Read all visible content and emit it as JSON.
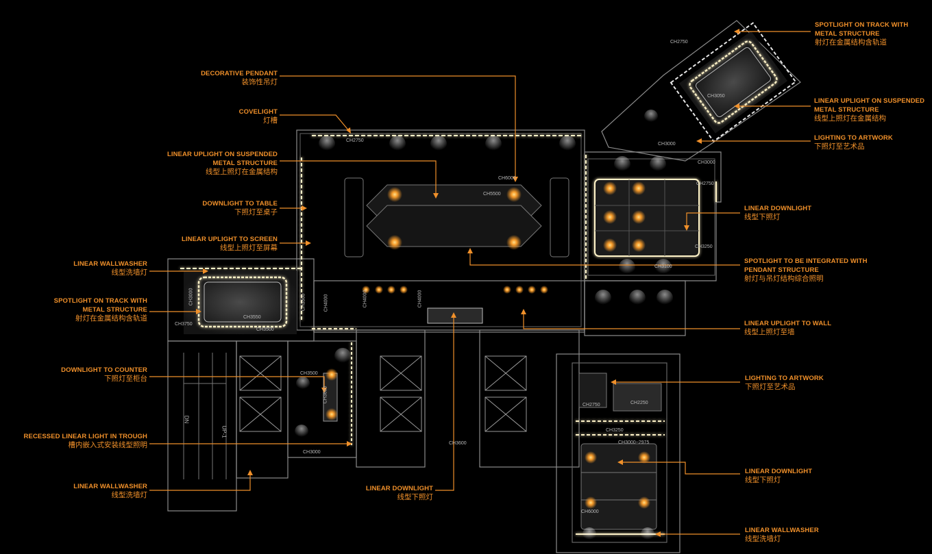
{
  "colors": {
    "background": "#000000",
    "leader": "#f0902a",
    "wall": "#8c8c8c",
    "light_glow": "#fff3c8",
    "spot": "#f59a2a"
  },
  "labels": {
    "decorative_pendant": {
      "en": "DECORATIVE PENDANT",
      "cn": "装饰性吊灯"
    },
    "covelight": {
      "en": "COVELIGHT",
      "cn": "灯槽"
    },
    "linear_uplight_suspended_left": {
      "en1": "LINEAR UPLIGHT ON SUSPENDED",
      "en2": "METAL STRUCTURE",
      "cn": "线型上照灯在金属结构"
    },
    "downlight_to_table": {
      "en": "DOWNLIGHT TO TABLE",
      "cn": "下照灯至桌子"
    },
    "linear_uplight_to_screen": {
      "en": "LINEAR UPLIGHT TO SCREEN",
      "cn": "线型上照灯至屏幕"
    },
    "linear_wallwasher_1": {
      "en": "LINEAR WALLWASHER",
      "cn": "线型洗墙灯"
    },
    "spotlight_track_left": {
      "en1": "SPOTLIGHT ON TRACK WITH",
      "en2": "METAL STRUCTURE",
      "cn": "射灯在金属结构含轨道"
    },
    "downlight_to_counter": {
      "en": "DOWNLIGHT TO COUNTER",
      "cn": "下照灯至柜台"
    },
    "recessed_linear_light": {
      "en": "RECESSED LINEAR LIGHT IN TROUGH",
      "cn": "槽内嵌入式安装线型照明"
    },
    "linear_wallwasher_2": {
      "en": "LINEAR WALLWASHER",
      "cn": "线型洗墙灯"
    },
    "linear_downlight_bottom": {
      "en": "LINEAR DOWNLIGHT",
      "cn": "线型下照灯"
    },
    "spotlight_track_right": {
      "en1": "SPOTLIGHT ON TRACK WITH",
      "en2": "METAL STRUCTURE",
      "cn": "射灯在金属结构含轨道"
    },
    "linear_uplight_suspended_right": {
      "en1": "LINEAR UPLIGHT ON SUSPENDED",
      "en2": "METAL STRUCTURE",
      "cn": "线型上照灯在金属结构"
    },
    "lighting_to_artwork_1": {
      "en": "LIGHTING TO ARTWORK",
      "cn": "下照灯至艺术品"
    },
    "linear_downlight_right": {
      "en": "LINEAR DOWNLIGHT",
      "cn": "线型下照灯"
    },
    "spotlight_integrated": {
      "en1": "SPOTLIGHT TO BE INTEGRATED WITH",
      "en2": "PENDANT STRUCTURE",
      "cn": "射灯与吊灯结构综合照明"
    },
    "linear_uplight_to_wall": {
      "en": "LINEAR UPLIGHT TO WALL",
      "cn": "线型上照灯至墙"
    },
    "lighting_to_artwork_2": {
      "en": "LIGHTING TO ARTWORK",
      "cn": "下照灯至艺术品"
    },
    "linear_downlight_3": {
      "en": "LINEAR DOWNLIGHT",
      "cn": "线型下照灯"
    },
    "linear_wallwasher_3": {
      "en": "LINEAR WALLWASHER",
      "cn": "线型洗墙灯"
    }
  },
  "ceiling_heights": {
    "ch2750_top": "CH2750",
    "ch3050": "CH3050",
    "ch3000_art": "CH3000",
    "ch3000_right": "CH3000",
    "ch2750_right": "CH2750",
    "ch3250_right": "CH3250",
    "ch3100": "CH3100",
    "ch2750_cove": "CH2750",
    "ch6000": "CH6000",
    "ch5500": "CH5500",
    "ch4000_a": "CH4000",
    "ch3500_a": "CH3500",
    "ch3000_room": "CH3000",
    "ch3550": "CH3550",
    "ch3500_b": "CH3500",
    "ch3750": "CH3750",
    "ch4000_b": "CH4000",
    "ch4000_c": "CH4000",
    "ch3500_counter": "CH3500",
    "ch3600_counter": "CH3600",
    "ch3000_bottom": "CH3000",
    "ch3600_lift": "CH3600",
    "ch2750_br": "CH2750",
    "ch2250_br": "CH2250",
    "ch3250_br": "CH3250",
    "ch3000_2975": "CH3000~2975",
    "ch6000_br": "CH6000"
  },
  "stair_texts": {
    "dn": "DN",
    "up": "UP-1"
  }
}
